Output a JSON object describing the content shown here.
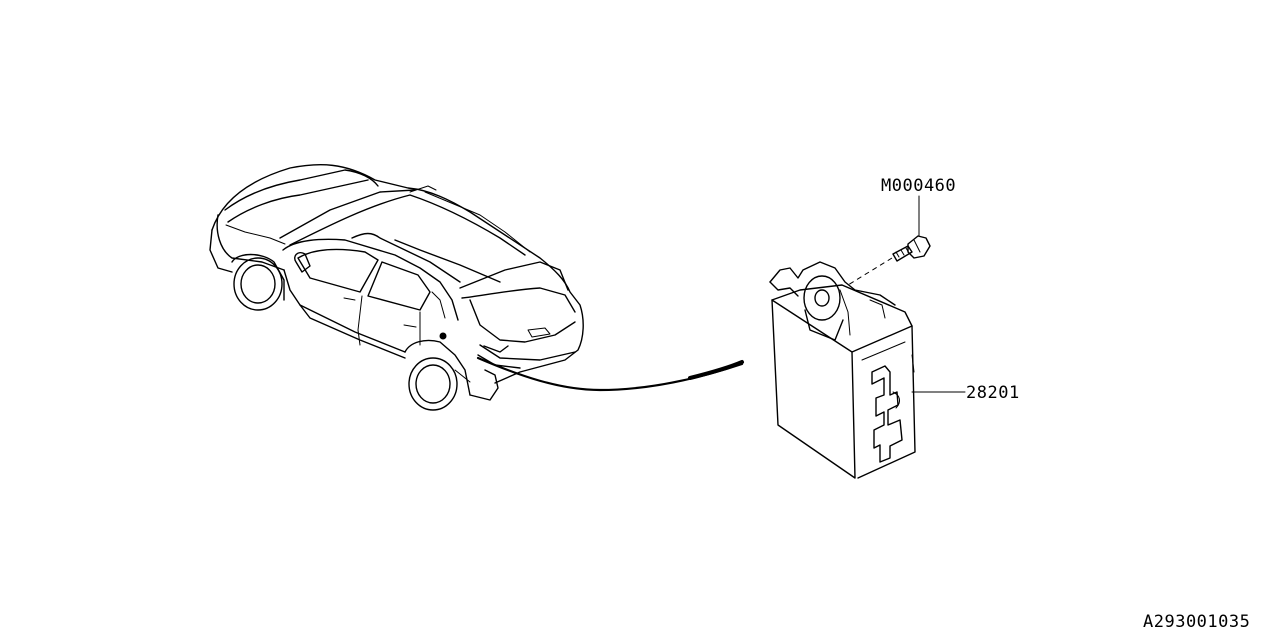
{
  "callouts": {
    "bolt_part_number": "M000460",
    "module_part_number": "28201"
  },
  "diagram_code": "A293001035",
  "colors": {
    "line": "#000000",
    "background": "#ffffff"
  }
}
